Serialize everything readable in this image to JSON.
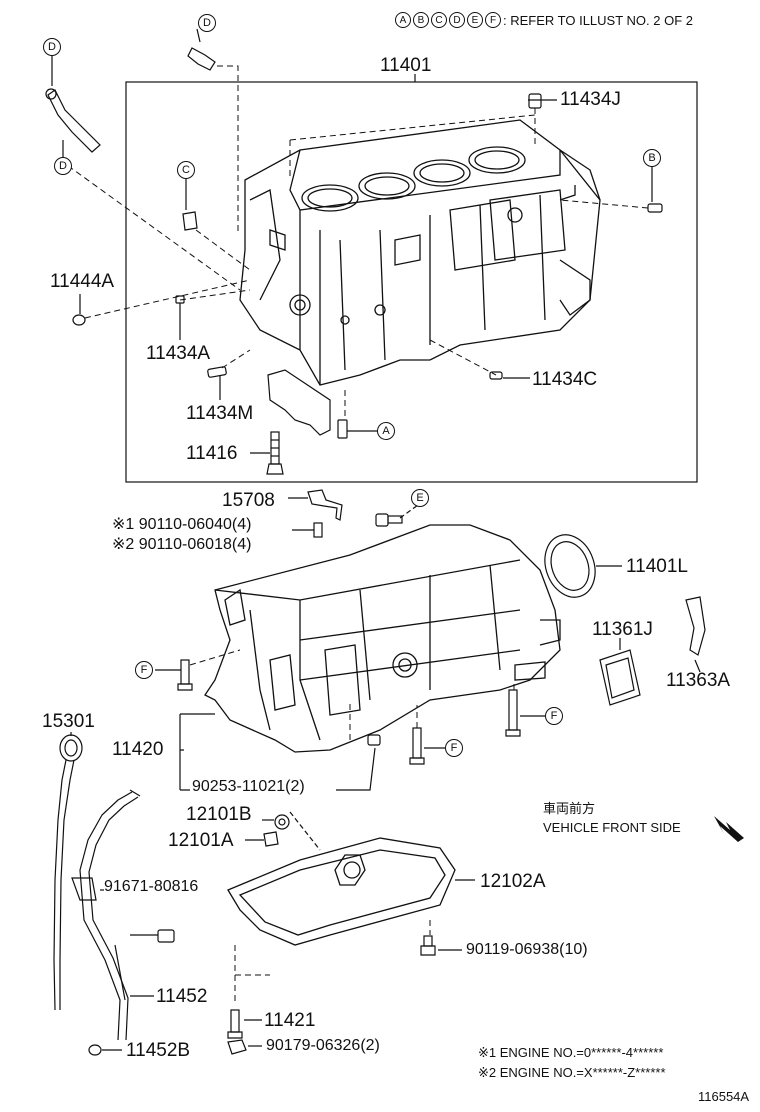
{
  "header": {
    "letters": [
      "A",
      "B",
      "C",
      "D",
      "E",
      "F"
    ],
    "text": ": REFER TO ILLUST NO. 2 OF 2"
  },
  "parts": {
    "p11401": "11401",
    "p11434J": "11434J",
    "p11444A": "11444A",
    "p11434A": "11434A",
    "p11434M": "11434M",
    "p11434C": "11434C",
    "p11416": "11416",
    "p15708": "15708",
    "bolt1": "※1 90110-06040(4)",
    "bolt2": "※2 90110-06018(4)",
    "p11401L": "11401L",
    "p11361J": "11361J",
    "p11363A": "11363A",
    "p15301": "15301",
    "p11420": "11420",
    "p90253": "90253-11021(2)",
    "p12101B": "12101B",
    "p12101A": "12101A",
    "p91671": "91671-80816",
    "p12102A": "12102A",
    "p90119": "90119-06938(10)",
    "p11452": "11452",
    "p11421": "11421",
    "p90179": "90179-06326(2)",
    "p11452B": "11452B"
  },
  "callouts": {
    "d1": "D",
    "d2": "D",
    "d3": "D",
    "c1": "C",
    "b1": "B",
    "a1": "A",
    "e1": "E",
    "f1": "F",
    "f2": "F",
    "f3": "F"
  },
  "front": {
    "jp": "車両前方",
    "en": "VEHICLE FRONT SIDE"
  },
  "notes": {
    "n1": "※1 ENGINE NO.=0******-4******",
    "n2": "※2 ENGINE NO.=X******-Z******"
  },
  "figure_id": "116554A"
}
